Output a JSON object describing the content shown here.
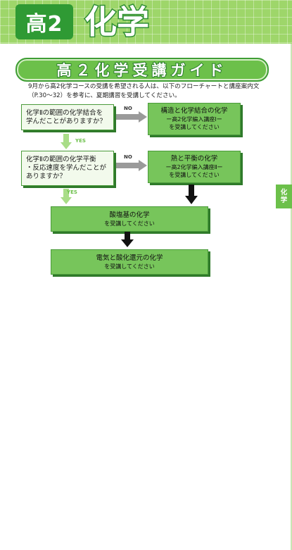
{
  "header": {
    "grade": "高2",
    "subject": "化学"
  },
  "guide": {
    "title": "高２化学受講ガイド",
    "intro": "9月から高2化学コースの受講を希望される人は、以下のフローチャートと講座案内文（P.30〜32）を参考に、夏期講習を受講してください。"
  },
  "flow": {
    "q1": {
      "line1": "化学Ⅱの範囲の化学結合を",
      "line2": "学んだことがありますか？"
    },
    "q2": {
      "line1": "化学Ⅱの範囲の化学平衡",
      "line2": "・反応速度を学んだことが",
      "line3": "ありますか？"
    },
    "no_label_1": "NO",
    "no_label_2": "NO",
    "yes_label_1": "YES",
    "yes_label_2": "YES",
    "a1": {
      "title": "構造と化学結合の化学",
      "sub": "ー高2化学編入講座Ⅰー",
      "action": "を受講してください"
    },
    "a2": {
      "title": "熱と平衡の化学",
      "sub": "ー高2化学編入講座Ⅱー",
      "action": "を受講してください"
    },
    "a3": {
      "title": "酸塩基の化学",
      "action": "を受講してください"
    },
    "a4": {
      "title": "電気と酸化還元の化学",
      "action": "を受講してください"
    }
  },
  "side_tab": {
    "line1": "化",
    "line2": "学"
  },
  "colors": {
    "accent": "#6cc04a",
    "dark_green": "#2f9a34",
    "header_bg": "#9ed66a"
  }
}
